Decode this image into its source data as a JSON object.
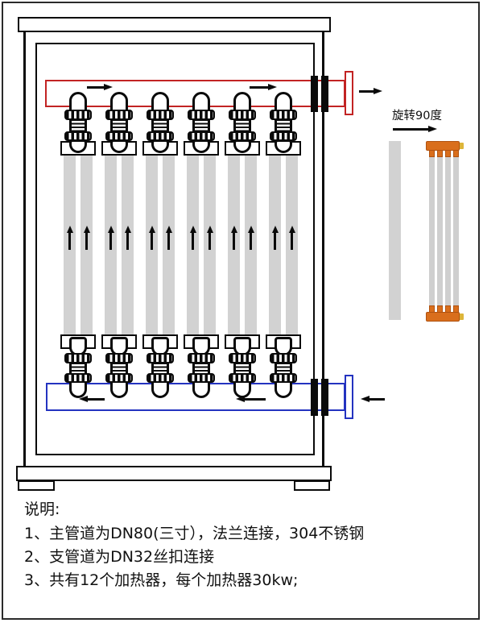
{
  "annotations": {
    "rotate_label": "旋转90度"
  },
  "notes": {
    "title": "说明:",
    "items": [
      "1、主管道为DN80(三寸），法兰连接，304不锈钢",
      "2、支管道为DN32丝扣连接",
      "3、共有12个加热器，每个加热器30kw;"
    ]
  },
  "colors": {
    "outlet_pipe_red": "#c22323",
    "inlet_pipe_blue": "#2433c0",
    "heater_tube_gray": "#d2d2d2",
    "manifold_orange": "#d96e1c",
    "manifold_tab_gold": "#ddb53a"
  },
  "counts": {
    "heater_columns": 6,
    "tubes_per_column": 2,
    "total_heaters": 12,
    "heater_power_kw": 30
  }
}
